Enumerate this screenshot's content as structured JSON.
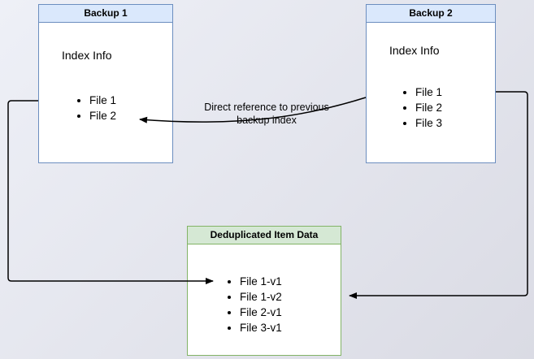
{
  "diagram": {
    "backup1": {
      "title": "Backup 1",
      "subtitle": "Index Info",
      "files": [
        "File 1",
        "File 2"
      ]
    },
    "backup2": {
      "title": "Backup 2",
      "subtitle": "Index Info",
      "files": [
        "File 1",
        "File 2",
        "File 3"
      ]
    },
    "dedup": {
      "title": "Deduplicated Item Data",
      "files": [
        "File 1-v1",
        "File 1-v2",
        "File 2-v1",
        "File 3-v1"
      ]
    },
    "annotation": "Direct reference to previous backup index",
    "colors": {
      "blue_fill": "#dae8fc",
      "blue_border": "#6c8ebf",
      "green_fill": "#d5e8d4",
      "green_border": "#82b366",
      "arrow": "#000000",
      "page_bg_top": "#eef0f7",
      "page_bg_bottom": "#dadbe4"
    }
  }
}
